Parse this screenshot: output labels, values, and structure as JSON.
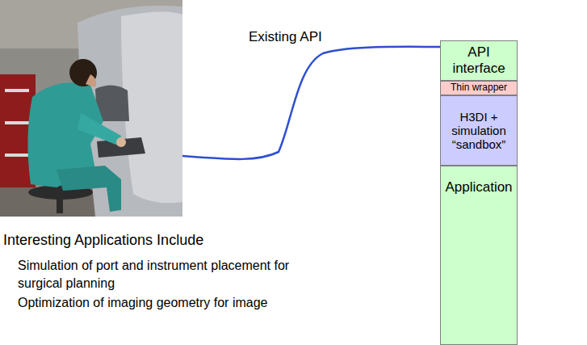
{
  "diagram": {
    "nodes": [
      {
        "text": [
          "API interface"
        ]
      },
      {
        "text": [
          "Thin wrapper"
        ]
      },
      {
        "text": [
          "H3DI + simulation “sandbox”"
        ]
      },
      {
        "text": [
          "Application"
        ]
      }
    ],
    "labels": [
      "Existing API",
      "Interesting Applications Include",
      "Simulation of port and instrument placement for surgical planning",
      "Optimization of imaging geometry for image"
    ]
  }
}
